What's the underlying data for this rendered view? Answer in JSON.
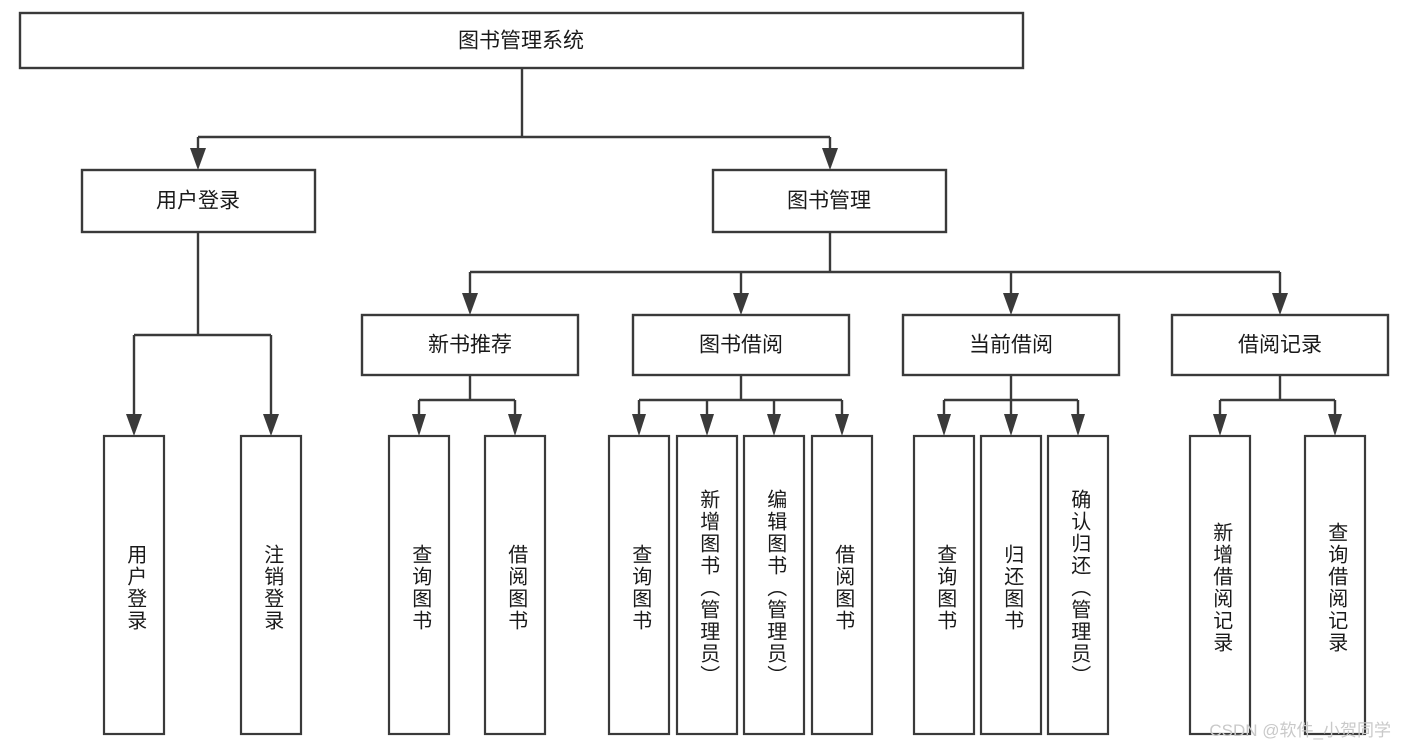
{
  "diagram": {
    "title": "图书管理系统",
    "type": "tree-hierarchy-chart",
    "colors": {
      "stroke": "#3a3a3a",
      "fill": "#ffffff",
      "text": "#1a1a1a",
      "watermark": "#c9c9c9"
    },
    "root": {
      "label": "图书管理系统"
    },
    "level2": [
      {
        "label": "用户登录"
      },
      {
        "label": "图书管理"
      }
    ],
    "level3": [
      {
        "label": "新书推荐"
      },
      {
        "label": "图书借阅"
      },
      {
        "label": "当前借阅"
      },
      {
        "label": "借阅记录"
      }
    ],
    "leaves": {
      "user_login": [
        {
          "label": "用户登录"
        },
        {
          "label": "注销登录"
        }
      ],
      "new_book_recommend": [
        {
          "label": "查询图书"
        },
        {
          "label": "借阅图书"
        }
      ],
      "book_borrow": [
        {
          "label": "查询图书"
        },
        {
          "label": "新增图书（管理员）"
        },
        {
          "label": "编辑图书（管理员）"
        },
        {
          "label": "借阅图书"
        }
      ],
      "current_borrow": [
        {
          "label": "查询图书"
        },
        {
          "label": "归还图书"
        },
        {
          "label": "确认归还（管理员）"
        }
      ],
      "borrow_record": [
        {
          "label": "新增借阅记录"
        },
        {
          "label": "查询借阅记录"
        }
      ]
    }
  },
  "watermark": {
    "text": "CSDN @软件_小贺同学"
  }
}
